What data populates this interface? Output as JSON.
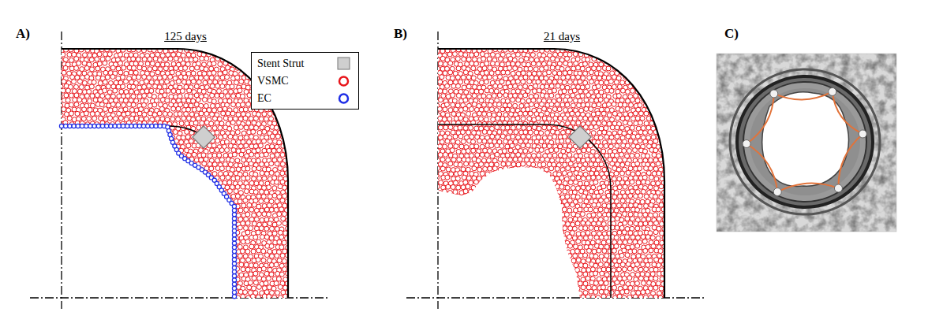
{
  "diagram": {
    "labels": [
      "A)",
      "125 days",
      "B)",
      "21 days",
      "C)"
    ],
    "legend": [
      {
        "text": "Stent Strut"
      },
      {
        "text": "VSMC"
      },
      {
        "text": "EC"
      }
    ]
  }
}
